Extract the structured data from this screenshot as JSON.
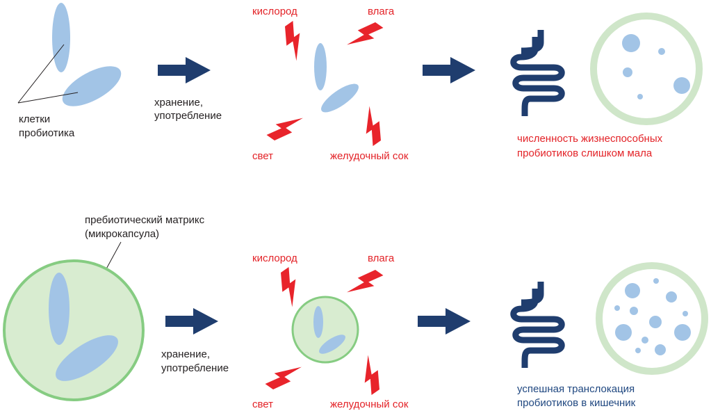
{
  "colors": {
    "arrow": "#1f3d6e",
    "cell": "#a2c4e6",
    "matrix_fill": "#d8ecd0",
    "matrix_stroke": "#86cc82",
    "lightning": "#e8242b",
    "text_dark": "#231f20",
    "text_red": "#e32227",
    "text_blue": "#1f4780",
    "intestine": "#1f3d6e"
  },
  "icons": [
    "lightning-icon",
    "intestine-icon",
    "arrow-right-icon"
  ],
  "top": {
    "cells_label_line1": "клетки",
    "cells_label_line2": "пробиотика",
    "process_line1": "хранение,",
    "process_line2": "употребление",
    "factor_oxygen": "кислород",
    "factor_moisture": "влага",
    "factor_light": "свет",
    "factor_gastric": "желудочный сок",
    "result_line1": "численность жизнеспособных",
    "result_line2": "пробиотиков слишком мала"
  },
  "bottom": {
    "matrix_label_line1": "пребиотический матрикс",
    "matrix_label_line2": "(микрокапсула)",
    "process_line1": "хранение,",
    "process_line2": "употребление",
    "factor_oxygen": "кислород",
    "factor_moisture": "влага",
    "factor_light": "свет",
    "factor_gastric": "желудочный сок",
    "result_line1": "успешная транслокация",
    "result_line2": "пробиотиков в кишечник"
  }
}
